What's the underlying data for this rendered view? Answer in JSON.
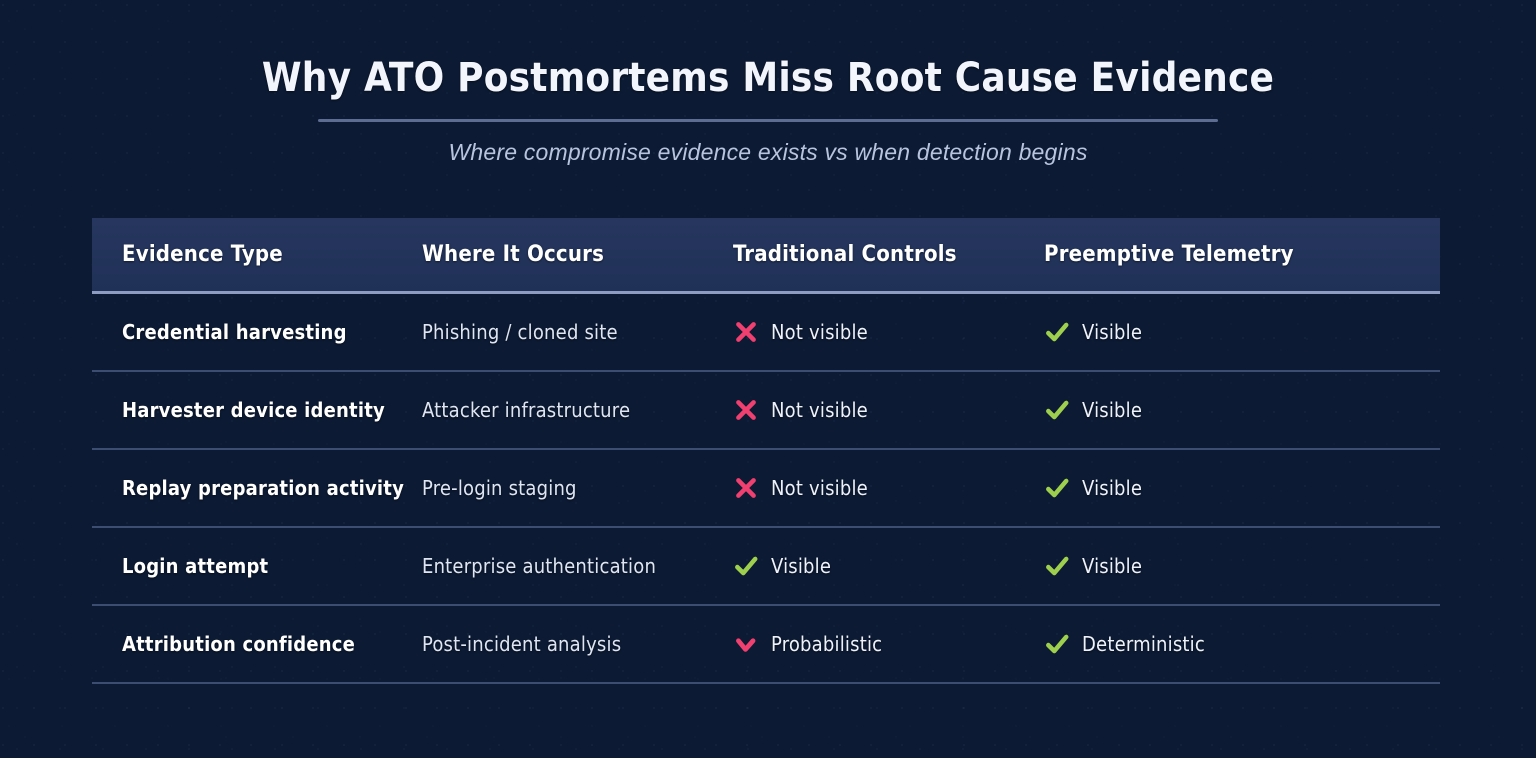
{
  "colors": {
    "background": "#0c1a33",
    "header_band": "#26365e",
    "rule": "#6b7ba3",
    "row_divider": "#3c4d72",
    "positive": "#9ed04e",
    "negative": "#ef4070",
    "text_primary": "#ffffff",
    "text_secondary": "#dfe6f3",
    "subtitle": "#b8c4dd"
  },
  "header": {
    "title": "Why ATO Postmortems Miss Root Cause Evidence",
    "subtitle": "Where compromise evidence exists vs when detection begins"
  },
  "table": {
    "columns": [
      "Evidence Type",
      "Where It Occurs",
      "Traditional Controls",
      "Preemptive Telemetry"
    ],
    "rows": [
      {
        "evidence_type": "Credential harvesting",
        "where_it_occurs": "Phishing / cloned site",
        "traditional_controls": {
          "icon": "cross-icon",
          "label": "Not visible",
          "state": "negative"
        },
        "preemptive_telemetry": {
          "icon": "check-icon",
          "label": "Visible",
          "state": "positive"
        }
      },
      {
        "evidence_type": "Harvester device identity",
        "where_it_occurs": "Attacker infrastructure",
        "traditional_controls": {
          "icon": "cross-icon",
          "label": "Not visible",
          "state": "negative"
        },
        "preemptive_telemetry": {
          "icon": "check-icon",
          "label": "Visible",
          "state": "positive"
        }
      },
      {
        "evidence_type": "Replay preparation activity",
        "where_it_occurs": "Pre-login staging",
        "traditional_controls": {
          "icon": "cross-icon",
          "label": "Not visible",
          "state": "negative"
        },
        "preemptive_telemetry": {
          "icon": "check-icon",
          "label": "Visible",
          "state": "positive"
        }
      },
      {
        "evidence_type": "Login attempt",
        "where_it_occurs": "Enterprise authentication",
        "traditional_controls": {
          "icon": "check-icon",
          "label": "Visible",
          "state": "positive"
        },
        "preemptive_telemetry": {
          "icon": "check-icon",
          "label": "Visible",
          "state": "positive"
        }
      },
      {
        "evidence_type": "Attribution confidence",
        "where_it_occurs": "Post-incident analysis",
        "traditional_controls": {
          "icon": "check-partial-icon",
          "label": "Probabilistic",
          "state": "negative"
        },
        "preemptive_telemetry": {
          "icon": "check-icon",
          "label": "Deterministic",
          "state": "positive"
        }
      }
    ]
  }
}
